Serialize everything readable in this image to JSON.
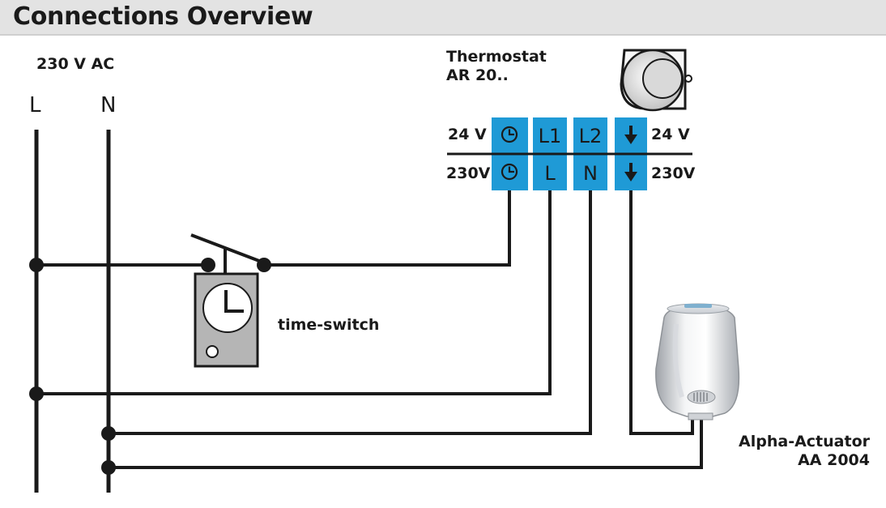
{
  "header": {
    "title": "Connections Overview"
  },
  "supply": {
    "label": "230 V AC",
    "line_l": "L",
    "line_n": "N"
  },
  "thermostat": {
    "name_line1": "Thermostat",
    "name_line2": "AR 20..",
    "row_24v_left": "24 V",
    "row_24v_right": "24 V",
    "row_230v_left": "230V",
    "row_230v_right": "230V",
    "terminals_24v": [
      {
        "label": "",
        "icon": "clock-icon"
      },
      {
        "label": "L1",
        "icon": ""
      },
      {
        "label": "L2",
        "icon": ""
      },
      {
        "label": "",
        "icon": "arrow-down-icon"
      }
    ],
    "terminals_230v": [
      {
        "label": "",
        "icon": "clock-icon"
      },
      {
        "label": "L",
        "icon": ""
      },
      {
        "label": "N",
        "icon": ""
      },
      {
        "label": "",
        "icon": "arrow-down-icon"
      }
    ]
  },
  "time_switch": {
    "label": "time-switch"
  },
  "actuator": {
    "name_line1": "Alpha-Actuator",
    "name_line2": "AA 2004"
  },
  "colors": {
    "terminal_blue": "#1f9ad6",
    "wire": "#1a1a1a",
    "switch_grey": "#b5b5b5",
    "title_bg": "#e3e3e3"
  }
}
